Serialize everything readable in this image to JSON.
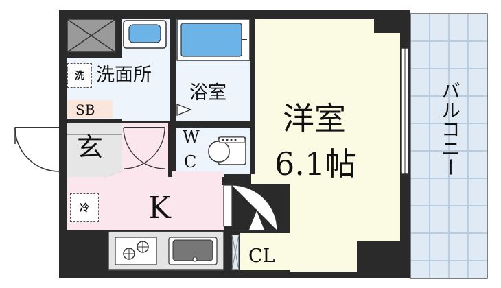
{
  "rooms": {
    "western": {
      "name": "洋室",
      "size": "6.1帖"
    },
    "kitchen": "K",
    "bath": "浴室",
    "washroom": "洗面所",
    "entrance": "玄",
    "closet": "CL",
    "shoebox": "SB",
    "wc_top": "W",
    "wc_bottom": "C",
    "balcony": "バルコニー"
  },
  "tags": {
    "washer": "洗",
    "fridge": "冷"
  },
  "colors": {
    "wall": "#2a2a2a",
    "western": "#fbfbe3",
    "kitchen": "#fbe6ee",
    "wet": "#eef4fb",
    "entrance": "#e6e6e6",
    "balcony": "#dfeaf4",
    "tub": "#6cb4e8"
  },
  "icons": [
    "door-icon",
    "window-icon",
    "bathtub-icon",
    "toilet-icon",
    "stove-icon",
    "sink-icon"
  ]
}
